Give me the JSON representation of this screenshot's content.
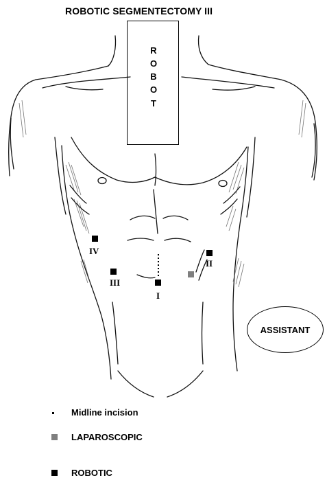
{
  "title": "ROBOTIC SEGMENTECTOMY III",
  "robot": {
    "letters": [
      "R",
      "O",
      "B",
      "O",
      "T"
    ]
  },
  "ports": {
    "I": "I",
    "II": "II",
    "III": "III",
    "IV": "IV"
  },
  "assistant": "ASSISTANT",
  "legend": {
    "midline": "Midline incision",
    "laparoscopic": "LAPAROSCOPIC",
    "robotic": "ROBOTIC"
  },
  "colors": {
    "robotic": "#000000",
    "laparoscopic": "#7f7f7f"
  }
}
